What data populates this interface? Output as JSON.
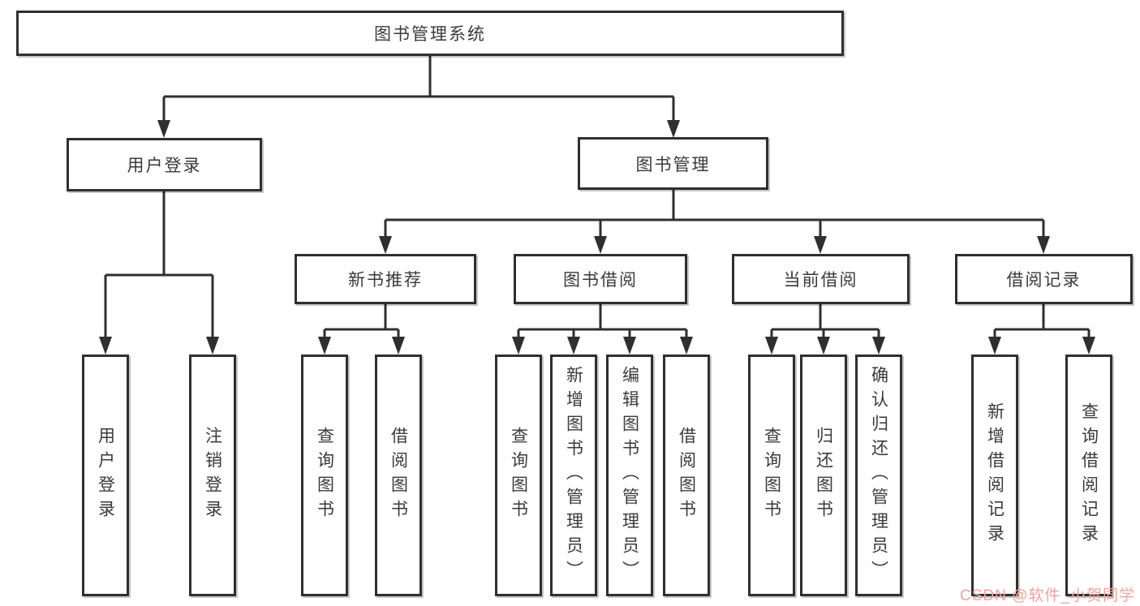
{
  "diagram": {
    "root": {
      "label": "图书管理系统"
    },
    "level2": [
      {
        "label": "用户登录"
      },
      {
        "label": "图书管理"
      }
    ],
    "level3": [
      {
        "label": "新书推荐"
      },
      {
        "label": "图书借阅"
      },
      {
        "label": "当前借阅"
      },
      {
        "label": "借阅记录"
      }
    ],
    "leaves": {
      "login": [
        "用户登录",
        "注销登录"
      ],
      "newbook": [
        "查询图书",
        "借阅图书"
      ],
      "borrow": [
        "查询图书",
        "新增图书（管理员）",
        "编辑图书（管理员）",
        "借阅图书"
      ],
      "current": [
        "查询图书",
        "归还图书",
        "确认归还（管理员）"
      ],
      "records": [
        "新增借阅记录",
        "查询借阅记录"
      ]
    }
  },
  "watermark": "CSDN @软件_小贺同学",
  "colors": {
    "line": "#2f2f2f",
    "border": "#2f2f2f",
    "text": "#3a3a3a",
    "watermark": "#f2a49d",
    "background": "#ffffff"
  }
}
